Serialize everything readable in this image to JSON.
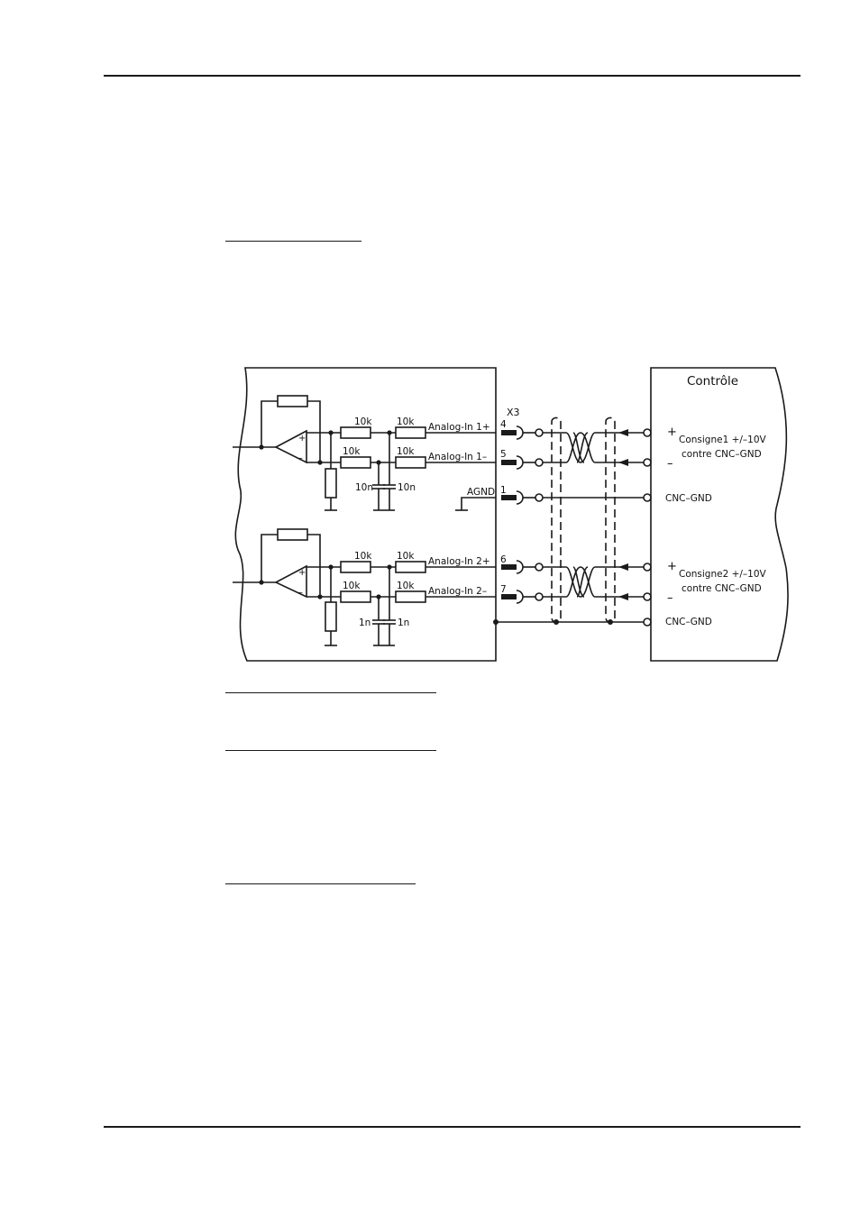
{
  "diagram": {
    "left_box": {
      "stage1": {
        "r_series_1": "10k",
        "r_series_2": "10k",
        "r_series_3": "10k",
        "r_series_4": "10k",
        "cap_left": "10n",
        "cap_right": "10n"
      },
      "stage2": {
        "r_series_1": "10k",
        "r_series_2": "10k",
        "r_series_3": "10k",
        "r_series_4": "10k",
        "cap_left": "1n",
        "cap_right": "1n"
      },
      "opamp_plus": "+",
      "opamp_minus": "–"
    },
    "connector": {
      "name": "X3",
      "pins": [
        {
          "number": "4",
          "label": "Analog-In 1+"
        },
        {
          "number": "5",
          "label": "Analog-In 1–"
        },
        {
          "number": "1",
          "label": "AGND"
        },
        {
          "number": "6",
          "label": "Analog-In 2+"
        },
        {
          "number": "7",
          "label": "Analog-In 2–"
        }
      ]
    },
    "right_box": {
      "title": "Contrôle",
      "plus": "+",
      "minus": "–",
      "setpoint1": "Consigne1 +/–10V",
      "setpoint1_ref": "contre CNC–GND",
      "gnd1": "CNC–GND",
      "setpoint2": "Consigne2 +/–10V",
      "setpoint2_ref": "contre CNC–GND",
      "gnd2": "CNC–GND"
    }
  },
  "colors": {
    "line": "#1a1a1a"
  }
}
